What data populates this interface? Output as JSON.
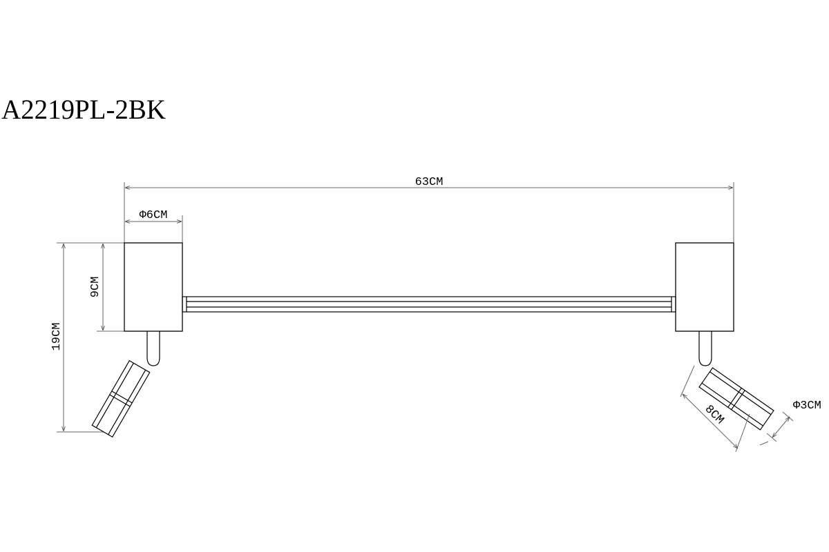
{
  "model_number": "A2219PL-2BK",
  "dimensions": {
    "total_width": "63CM",
    "base_diameter": "Φ6CM",
    "base_height": "9CM",
    "total_height": "19CM",
    "spot_length": "8CM",
    "spot_diameter": "Φ3CM"
  },
  "colors": {
    "stroke": "#000000",
    "dim_line": "#666666",
    "background": "#ffffff"
  }
}
